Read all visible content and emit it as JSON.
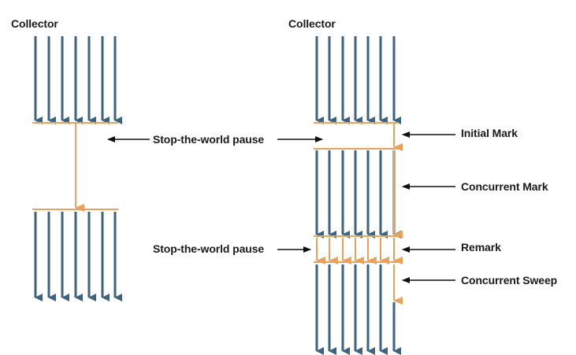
{
  "left_panel": {
    "title": "Collector",
    "pause_label": "Stop-the-world pause"
  },
  "right_panel": {
    "title": "Collector",
    "phases": [
      {
        "label": "Initial Mark"
      },
      {
        "label": "Concurrent Mark"
      },
      {
        "label": "Remark"
      },
      {
        "label": "Concurrent Sweep"
      }
    ],
    "pause_label_top": "Stop-the-world pause",
    "pause_label_remark": "Stop-the-world pause"
  },
  "colors": {
    "thread": "#3d6380",
    "collector": "#e8a25e",
    "pointer": "#111111",
    "text": "#1a1a1a"
  }
}
